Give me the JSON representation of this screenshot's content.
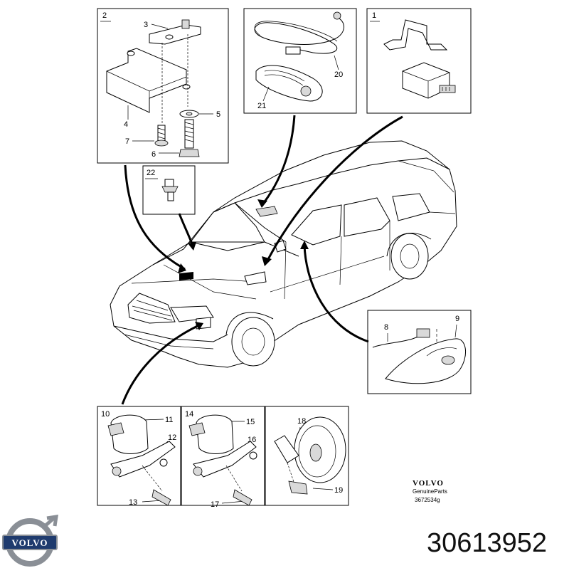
{
  "callouts": {
    "p1": "1",
    "p2": "2",
    "p3": "3",
    "p4": "4",
    "p5": "5",
    "p6": "6",
    "p7": "7",
    "p8": "8",
    "p9": "9",
    "p10": "10",
    "p11": "11",
    "p12": "12",
    "p13": "13",
    "p14": "14",
    "p15": "15",
    "p16": "16",
    "p17": "17",
    "p18": "18",
    "p19": "19",
    "p20": "20",
    "p21": "21",
    "p22": "22"
  },
  "brand": {
    "name": "VOLVO",
    "line1": "GenuineParts",
    "drawing_code": "3672534g",
    "logo_text": "VOLVO"
  },
  "part_number": "30613952",
  "colors": {
    "ink": "#000000",
    "paper": "#ffffff",
    "logo_blue": "#1f3b6e",
    "logo_steel": "#8a8f96"
  }
}
